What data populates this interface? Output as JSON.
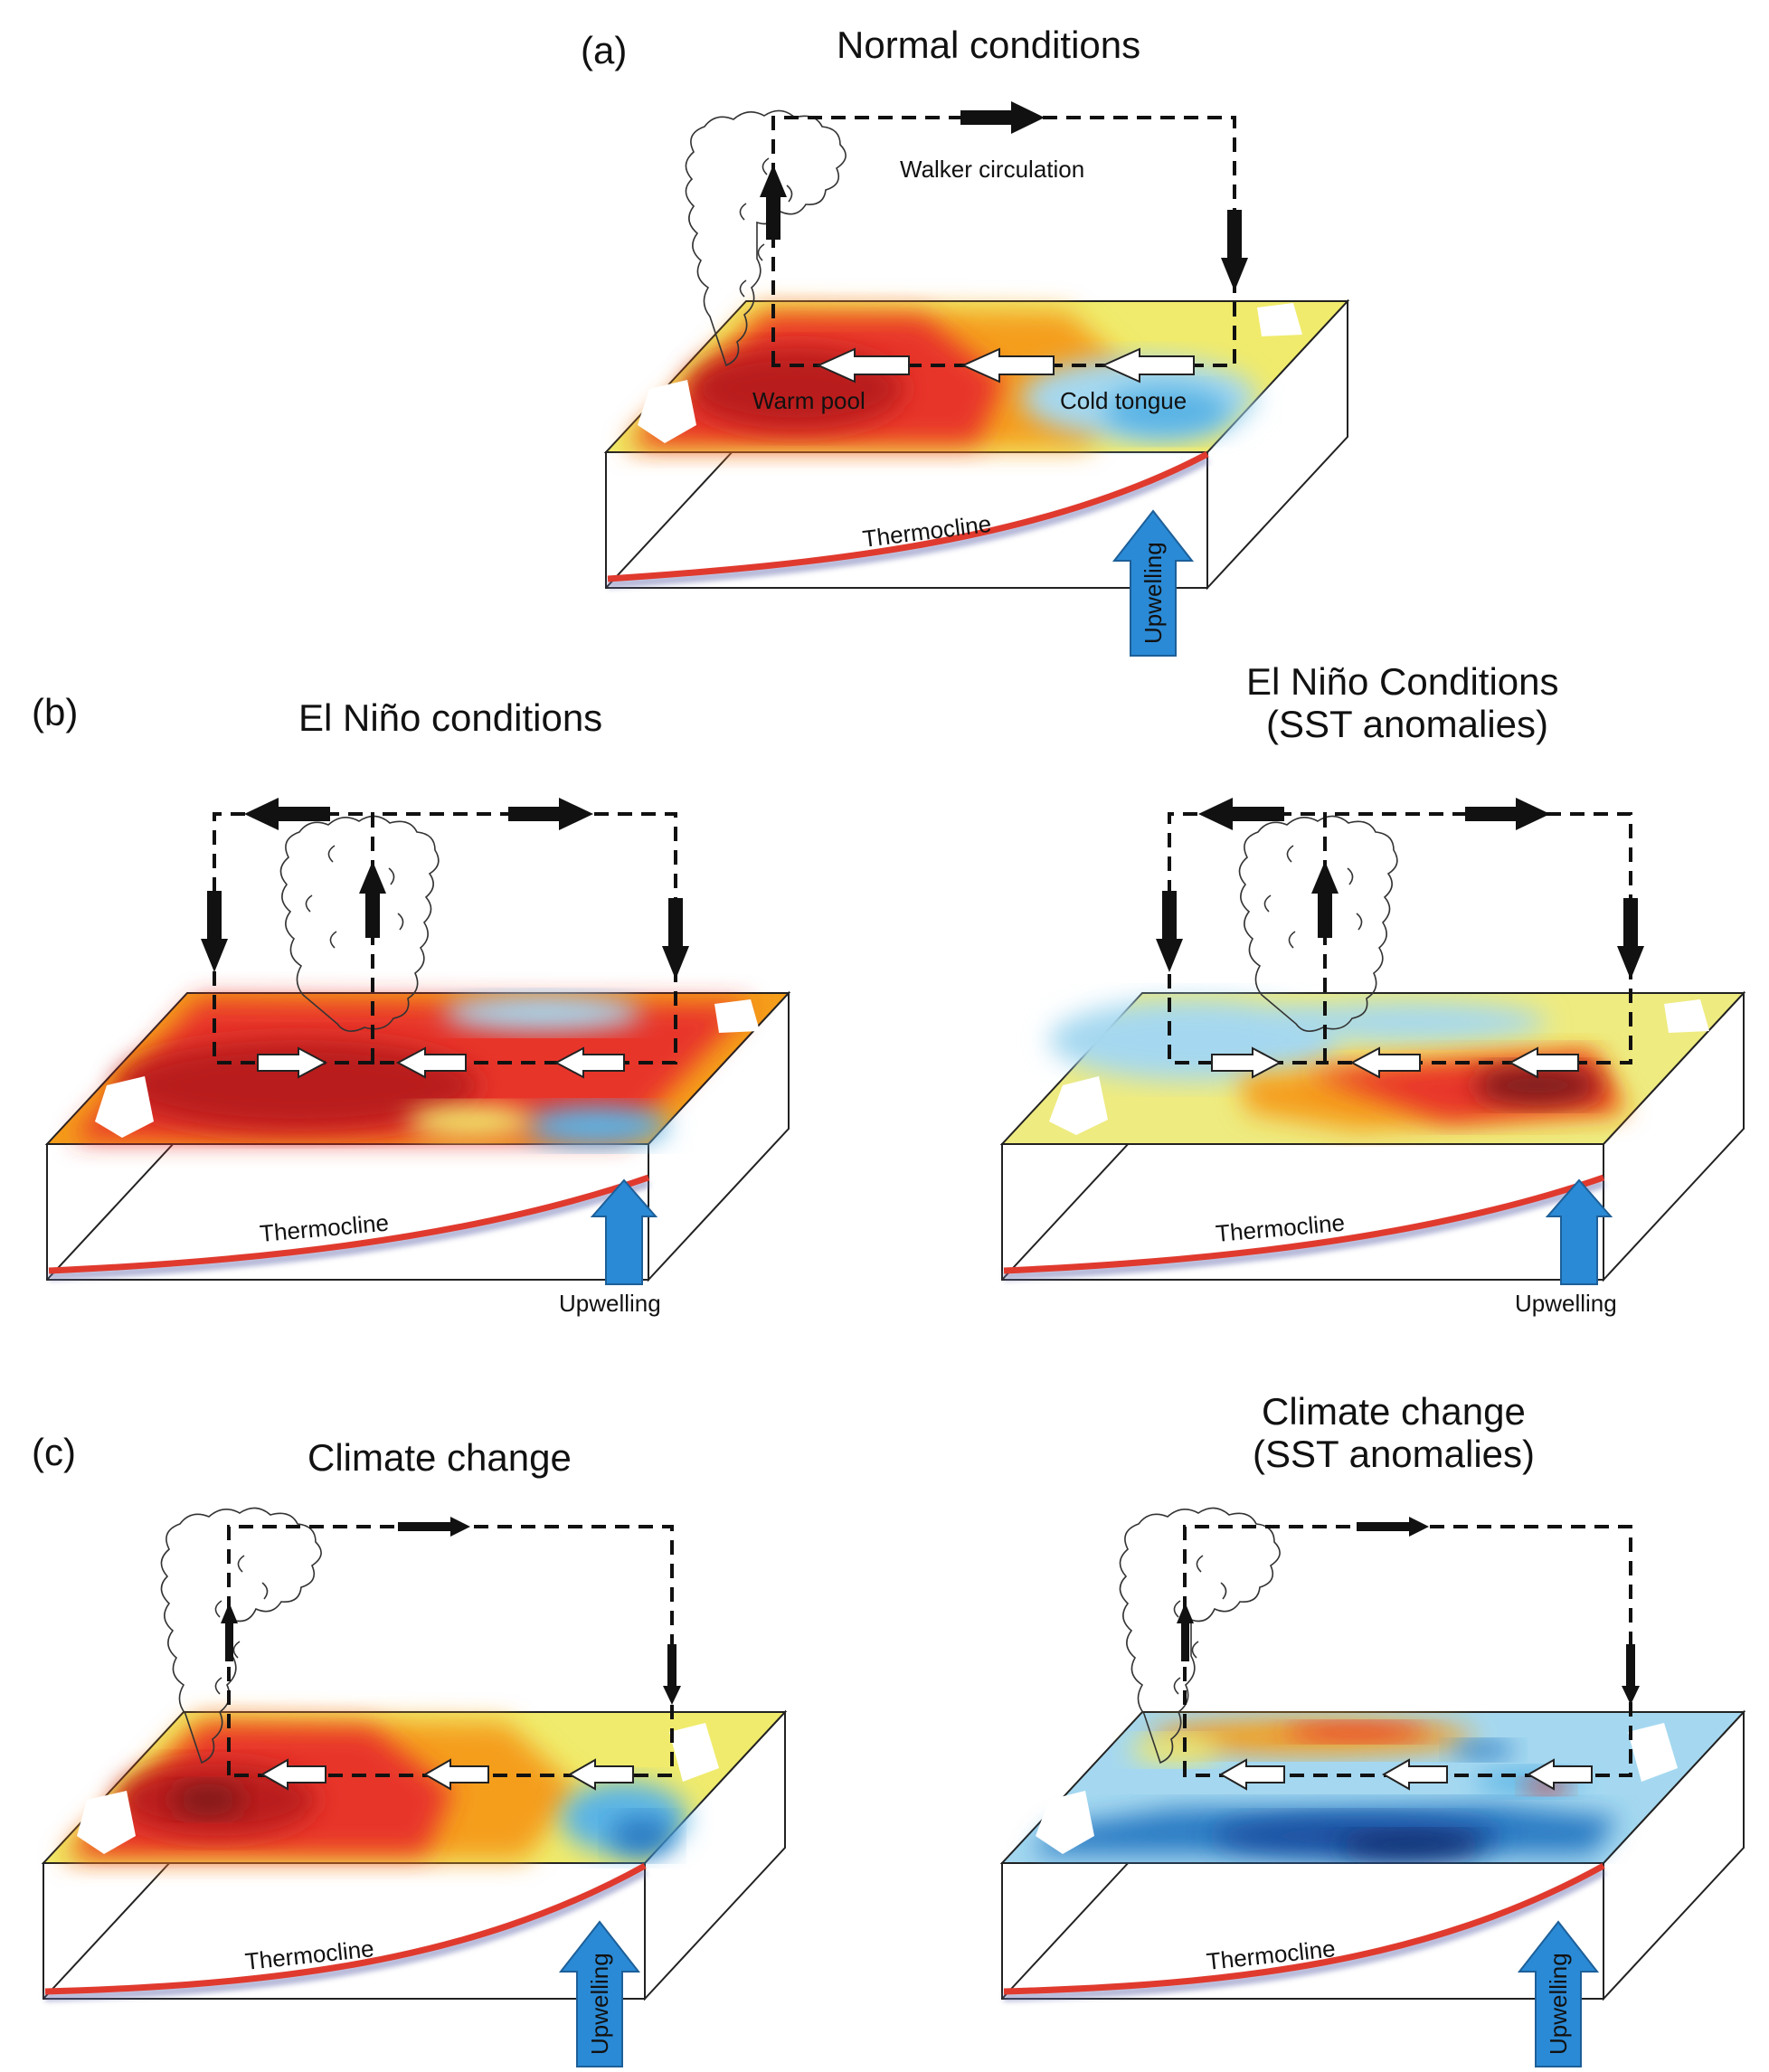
{
  "colors": {
    "warm": [
      "#ffffcc",
      "#fde68a",
      "#fbbf24",
      "#f97316",
      "#e8352a",
      "#b91c1c",
      "#7f1d1d"
    ],
    "cold": [
      "#e0f2fe",
      "#a5d8f0",
      "#5ab4e5",
      "#2b7bc4",
      "#1e4fa0",
      "#142f6e"
    ],
    "upwelling": "#2a8ad6",
    "thermocline": "#e03a2e"
  },
  "panels": [
    {
      "id": "a",
      "tag": "(a)",
      "title": "Normal conditions",
      "walker_label": "Walker circulation",
      "warm_pool_label": "Warm pool",
      "cold_tongue_label": "Cold tongue",
      "thermocline_label": "Thermocline",
      "upwelling_label": "Upwelling"
    },
    {
      "id": "b1",
      "tag": "(b)",
      "title": "El Niño conditions",
      "thermocline_label": "Thermocline",
      "upwelling_label": "Upwelling"
    },
    {
      "id": "b2",
      "title": "El Niño Conditions",
      "title_line2": "(SST anomalies)",
      "thermocline_label": "Thermocline",
      "upwelling_label": "Upwelling"
    },
    {
      "id": "c1",
      "tag": "(c)",
      "title": "Climate change",
      "thermocline_label": "Thermocline",
      "upwelling_label": "Upwelling"
    },
    {
      "id": "c2",
      "title": "Climate change",
      "title_line2": "(SST anomalies)",
      "thermocline_label": "Thermocline",
      "upwelling_label": "Upwelling"
    }
  ]
}
